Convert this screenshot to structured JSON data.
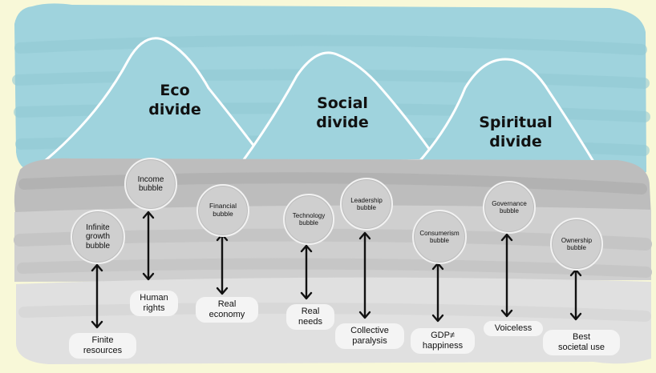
{
  "divides": [
    {
      "id": "eco",
      "line1": "Eco",
      "line2": "divide"
    },
    {
      "id": "social",
      "line1": "Social",
      "line2": "divide"
    },
    {
      "id": "spiritual",
      "line1": "Spiritual",
      "line2": "divide"
    }
  ],
  "bubbles": [
    {
      "id": "infinite-growth",
      "line1": "Infinite",
      "line2": "growth",
      "line3": "bubble",
      "outcome1": "Finite",
      "outcome2": "resources"
    },
    {
      "id": "income",
      "line1": "Income",
      "line2": "bubble",
      "outcome1": "Human",
      "outcome2": "rights"
    },
    {
      "id": "financial",
      "line1": "Financial",
      "line2": "bubble",
      "outcome1": "Real",
      "outcome2": "economy"
    },
    {
      "id": "technology",
      "line1": "Technology",
      "line2": "bubble",
      "outcome1": "Real",
      "outcome2": "needs"
    },
    {
      "id": "leadership",
      "line1": "Leadership",
      "line2": "bubble",
      "outcome1": "Collective",
      "outcome2": "paralysis"
    },
    {
      "id": "consumerism",
      "line1": "Consumerism",
      "line2": "bubble",
      "outcome1": "GDP≠",
      "outcome2": "happiness"
    },
    {
      "id": "governance",
      "line1": "Governance",
      "line2": "bubble",
      "outcome1": "Voiceless",
      "outcome2": ""
    },
    {
      "id": "ownership",
      "line1": "Ownership",
      "line2": "bubble",
      "outcome1": "Best",
      "outcome2": "societal use"
    }
  ],
  "colors": {
    "background": "#f8f8d8",
    "sky": "#9fd3dd",
    "mountain": "#9fd3dd",
    "outline": "#ffffff",
    "ground_dark": "#bdbdbd",
    "ground_mid": "#cfcfcf",
    "ground_light": "#e0e0e0",
    "bubble": "#cfcfcf",
    "arrow": "#111111"
  }
}
